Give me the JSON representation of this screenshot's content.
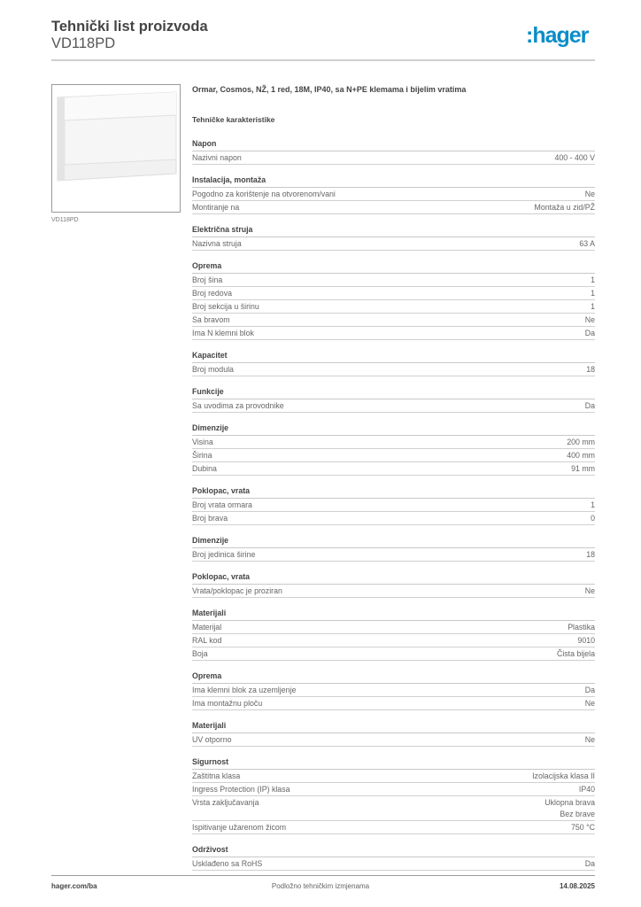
{
  "header": {
    "title": "Tehnički list proizvoda",
    "subtitle": "VD118PD",
    "logo": ":hager",
    "logo_color": "#0a8dc8"
  },
  "image": {
    "caption": "VD118PD"
  },
  "description": "Ormar, Cosmos, NŽ, 1 red, 18M, IP40, sa N+PE klemama i bijelim vratima",
  "section_title": "Tehničke karakteristike",
  "sections": [
    {
      "title": "Napon",
      "rows": [
        [
          "Nazivni napon",
          "400 - 400 V"
        ]
      ]
    },
    {
      "title": "Instalacija, montaža",
      "rows": [
        [
          "Pogodno za korištenje na otvorenom/vani",
          "Ne"
        ],
        [
          "Montiranje na",
          "Montaža u zid/PŽ"
        ]
      ]
    },
    {
      "title": "Električna struja",
      "rows": [
        [
          "Nazivna struja",
          "63 A"
        ]
      ]
    },
    {
      "title": "Oprema",
      "rows": [
        [
          "Broj šina",
          "1"
        ],
        [
          "Broj redova",
          "1"
        ],
        [
          "Broj sekcija u širinu",
          "1"
        ],
        [
          "Sa bravom",
          "Ne"
        ],
        [
          "Ima N klemni blok",
          "Da"
        ]
      ]
    },
    {
      "title": "Kapacitet",
      "rows": [
        [
          "Broj modula",
          "18"
        ]
      ]
    },
    {
      "title": "Funkcije",
      "rows": [
        [
          "Sa uvodima za provodnike",
          "Da"
        ]
      ]
    },
    {
      "title": "Dimenzije",
      "rows": [
        [
          "Visina",
          "200 mm"
        ],
        [
          "Širina",
          "400 mm"
        ],
        [
          "Dubina",
          "91 mm"
        ]
      ]
    },
    {
      "title": "Poklopac, vrata",
      "rows": [
        [
          "Broj vrata ormara",
          "1"
        ],
        [
          "Broj brava",
          "0"
        ]
      ]
    },
    {
      "title": "Dimenzije",
      "rows": [
        [
          "Broj jedinica širine",
          "18"
        ]
      ]
    },
    {
      "title": "Poklopac, vrata",
      "rows": [
        [
          "Vrata/poklopac je proziran",
          "Ne"
        ]
      ]
    },
    {
      "title": "Materijali",
      "rows": [
        [
          "Materijal",
          "Plastika"
        ],
        [
          "RAL kod",
          "9010"
        ],
        [
          "Boja",
          "Čista bijela"
        ]
      ]
    },
    {
      "title": "Oprema",
      "rows": [
        [
          "Ima klemni blok za uzemljenje",
          "Da"
        ],
        [
          "Ima montažnu ploču",
          "Ne"
        ]
      ]
    },
    {
      "title": "Materijali",
      "rows": [
        [
          "UV otporno",
          "Ne"
        ]
      ]
    },
    {
      "title": "Sigurnost",
      "rows": [
        [
          "Zaštitna klasa",
          "Izolacijska klasa II"
        ],
        [
          "Ingress Protection (IP) klasa",
          "IP40"
        ],
        [
          "Vrsta zaključavanja",
          "Uklopna brava\nBez brave"
        ],
        [
          "Ispitivanje užarenom žicom",
          "750 °C"
        ]
      ]
    },
    {
      "title": "Održivost",
      "rows": [
        [
          "Usklađeno sa RoHS",
          "Da"
        ]
      ]
    }
  ],
  "footer": {
    "left": "hager.com/ba",
    "center": "Podložno tehničkim izmjenama",
    "right": "14.08.2025"
  }
}
